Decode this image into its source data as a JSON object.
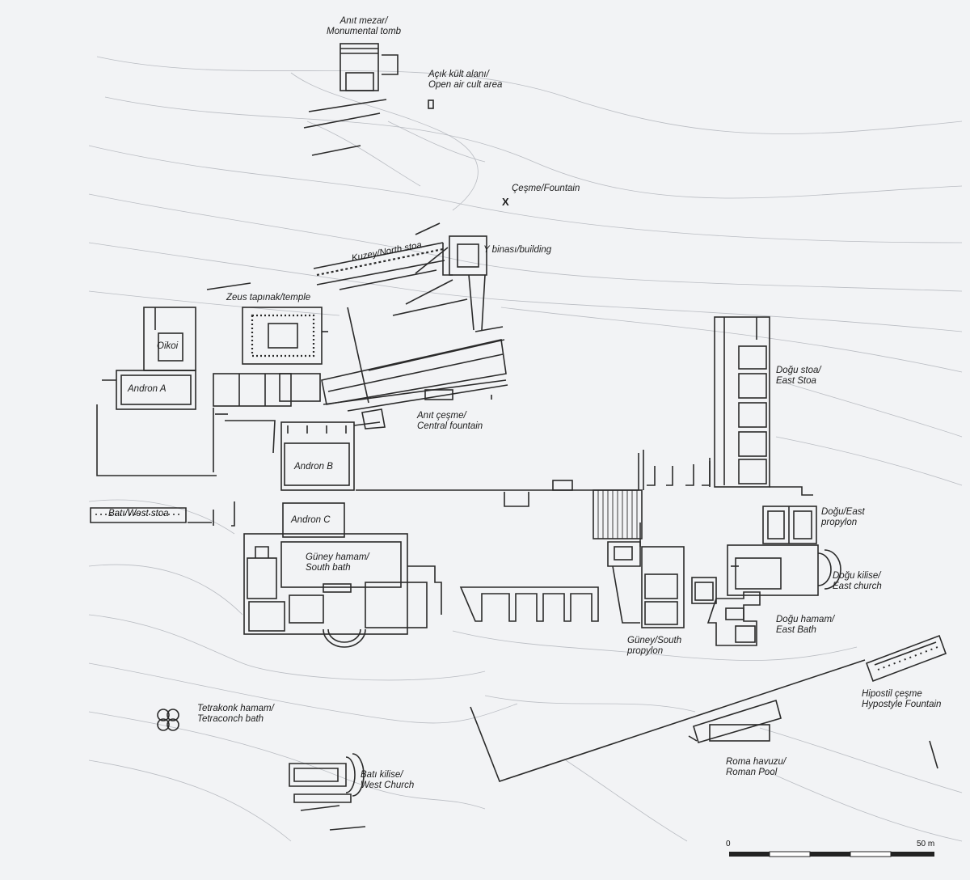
{
  "map": {
    "labels": {
      "monumental_tomb": [
        "Anıt mezar/",
        "Monumental tomb"
      ],
      "open_air_cult": [
        "Açık kült alanı/",
        "Open air cult area"
      ],
      "fountain": "Çeşme/Fountain",
      "fountain_marker": "X",
      "north_stoa": "Kuzey/North stoa",
      "y_building": "Y binası/building",
      "zeus_temple": "Zeus tapınak/temple",
      "oikoi": "Oikoi",
      "andron_a": "Andron A",
      "central_fountain": [
        "Anıt çeşme/",
        "Central fountain"
      ],
      "east_stoa": [
        "Doğu stoa/",
        "East Stoa"
      ],
      "andron_b": "Andron B",
      "west_stoa": "Batı/West stoa",
      "andron_c": "Andron C",
      "east_propylon": [
        "Doğu/East",
        "propylon"
      ],
      "south_bath": [
        "Güney hamam/",
        "South bath"
      ],
      "east_church": [
        "Doğu kilise/",
        "East church"
      ],
      "east_bath": [
        "Doğu hamam/",
        "East Bath"
      ],
      "south_propylon": [
        "Güney/South",
        "propylon"
      ],
      "hypostyle_fountain": [
        "Hipostil çeşme",
        "Hypostyle Fountain"
      ],
      "tetraconch_bath": [
        "Tetrakonk hamam/",
        "Tetraconch bath"
      ],
      "roman_pool": [
        "Roma havuzu/",
        "Roman Pool"
      ],
      "west_church": [
        "Batı kilise/",
        "West Church"
      ]
    },
    "scale": {
      "start": "0",
      "end": "50 m"
    }
  },
  "colors": {
    "line": "#2a2a2a",
    "contour": "#b9bcc2",
    "background": "#f2f3f5"
  }
}
